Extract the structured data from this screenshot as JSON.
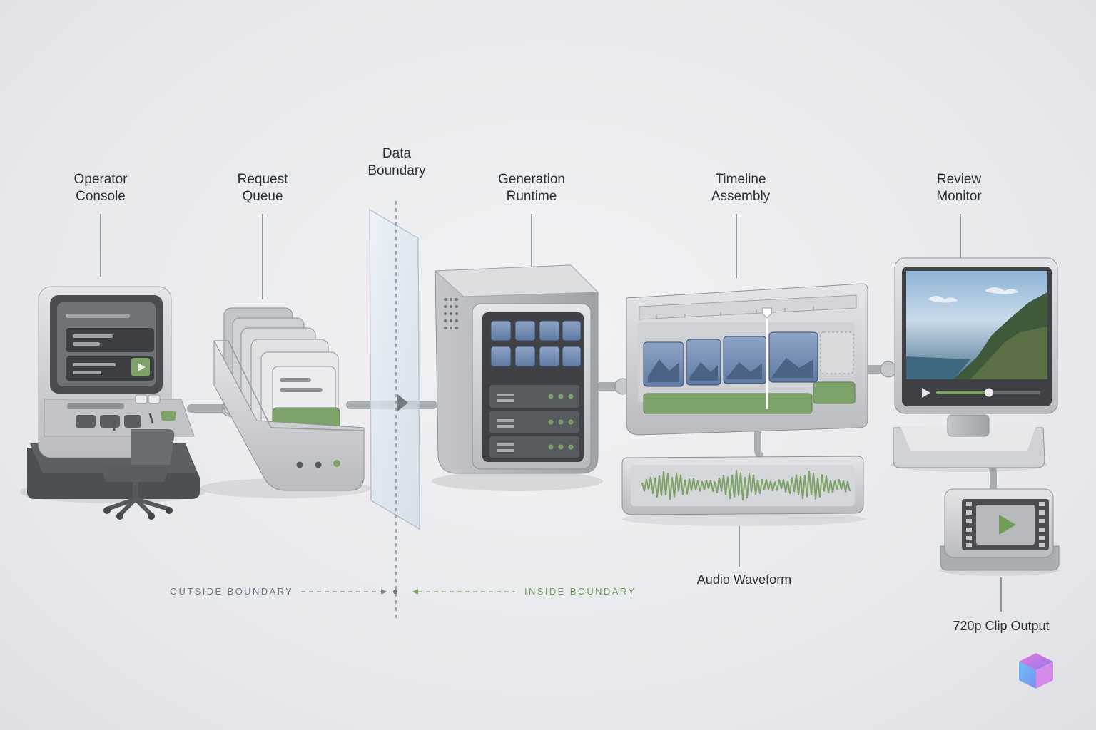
{
  "labels": {
    "operator_console": "Operator\nConsole",
    "request_queue": "Request\nQueue",
    "data_boundary": "Data\nBoundary",
    "generation_runtime": "Generation\nRuntime",
    "timeline_assembly": "Timeline\nAssembly",
    "review_monitor": "Review\nMonitor",
    "audio_waveform": "Audio Waveform",
    "clip_output": "720p Clip Output"
  },
  "boundary": {
    "outside": "OUTSIDE BOUNDARY",
    "inside": "INSIDE BOUNDARY"
  },
  "colors": {
    "accent_green": "#7ea36a",
    "accent_blue": "#6f86ad",
    "outside_text": "#6b7686",
    "inside_text": "#6e9a5c",
    "device_gray": "#c9cbce",
    "device_dark": "#4a4c50"
  },
  "icons": {
    "play": "play-icon",
    "logo": "cube-logo-icon"
  }
}
